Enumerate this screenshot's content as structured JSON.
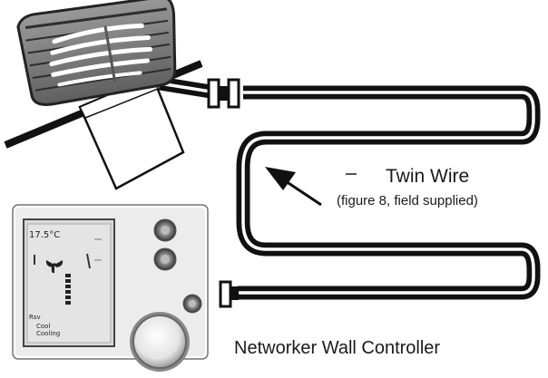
{
  "labels": {
    "twin_wire_title": "Twin Wire",
    "twin_wire_subtitle": "(figure 8, field supplied)",
    "controller_caption": "Networker Wall Controller"
  },
  "controller_display": {
    "top_text": "17.5°C",
    "bottom_left_line1": "Rsv",
    "bottom_left_line2": "Cool",
    "bottom_left_line3": "Cooling"
  },
  "icons": [
    "wall-unit-icon",
    "fan-icon",
    "arrow-icon",
    "dial-icon",
    "connector-icon"
  ],
  "colors": {
    "wire": "#111111",
    "unit_body": "#8a8a8a",
    "controller_body": "#ececec",
    "lcd": "#d9d9d9"
  }
}
